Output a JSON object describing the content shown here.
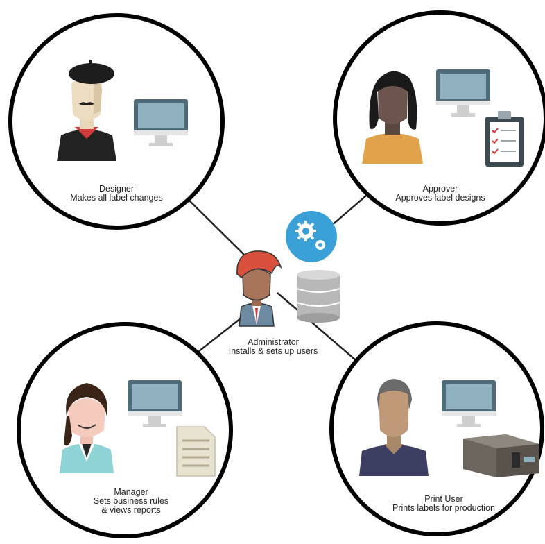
{
  "roles": {
    "designer": {
      "title": "Designer",
      "description": "Makes all label changes"
    },
    "approver": {
      "title": "Approver",
      "description": "Approves label designs"
    },
    "administrator": {
      "title": "Administrator",
      "description": "Installs & sets up users"
    },
    "manager": {
      "title": "Manager",
      "description_line1": "Sets business rules",
      "description_line2": "& views reports"
    },
    "print_user": {
      "title": "Print User",
      "description": "Prints labels for production"
    }
  },
  "colors": {
    "circle_stroke": "#000000",
    "connector": "#222222",
    "gear_badge": "#3aa0d8",
    "monitor_frame": "#4f6a78",
    "monitor_screen": "#8fb0bf",
    "database": "#b8b8b8"
  },
  "icons": [
    "designer-avatar-icon",
    "approver-avatar-icon",
    "administrator-avatar-icon",
    "manager-avatar-icon",
    "print-user-avatar-icon",
    "monitor-icon",
    "clipboard-icon",
    "document-icon",
    "printer-icon",
    "gears-icon",
    "database-icon"
  ]
}
